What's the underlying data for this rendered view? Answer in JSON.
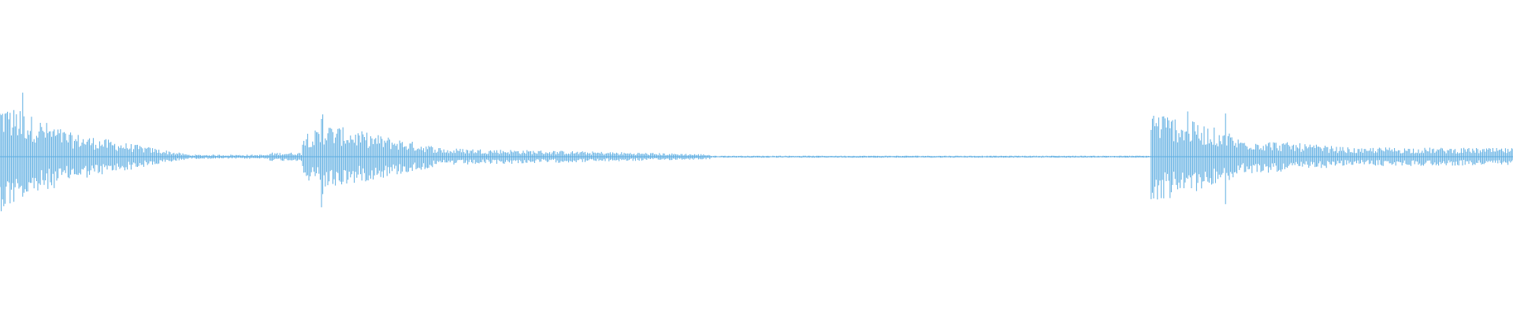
{
  "colors": {
    "background": "#ffffff",
    "waveform": "#5dade2"
  },
  "waveform": {
    "description_free": true,
    "envelope_segments": [
      {
        "from": 0.0,
        "to": 0.05,
        "peak": 0.52,
        "decay": 0.6
      },
      {
        "from": 0.05,
        "to": 0.125,
        "peak": 0.22,
        "decay": 0.9
      },
      {
        "from": 0.125,
        "to": 0.178,
        "peak": 0.02,
        "decay": 0.0
      },
      {
        "from": 0.178,
        "to": 0.2,
        "peak": 0.04,
        "decay": 0.0
      },
      {
        "from": 0.2,
        "to": 0.212,
        "peak": 0.25,
        "decay": 0.0
      },
      {
        "from": 0.212,
        "to": 0.3,
        "peak": 0.32,
        "decay": 0.8
      },
      {
        "from": 0.3,
        "to": 0.47,
        "peak": 0.08,
        "decay": 0.7
      },
      {
        "from": 0.47,
        "to": 0.76,
        "peak": 0.01,
        "decay": 0.0
      },
      {
        "from": 0.76,
        "to": 0.815,
        "peak": 0.45,
        "decay": 0.5
      },
      {
        "from": 0.815,
        "to": 0.905,
        "peak": 0.18,
        "decay": 0.6
      },
      {
        "from": 0.905,
        "to": 1.0,
        "peak": 0.09,
        "decay": 0.1
      }
    ],
    "spikes": [
      {
        "t": 0.213,
        "amp": 1.0
      },
      {
        "t": 0.785,
        "amp": 0.55
      },
      {
        "t": 0.81,
        "amp": 0.5
      },
      {
        "t": 0.015,
        "amp": 0.72
      },
      {
        "t": 0.008,
        "amp": 0.65
      }
    ]
  }
}
